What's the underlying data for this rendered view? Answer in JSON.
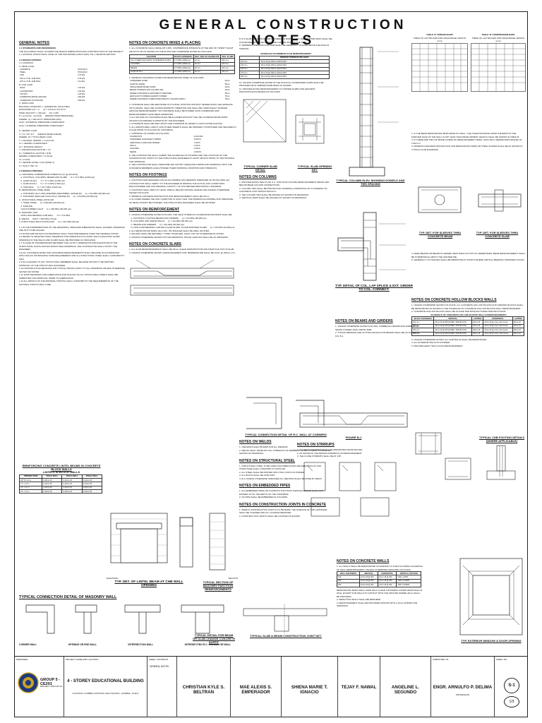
{
  "sheet_title": "GENERAL CONSTRUCTION NOTES",
  "general_notes": {
    "heading": "GENERAL NOTES",
    "s1": "1.1 STANDARDS AND REFERENCES",
    "s1_text": "THE FOLLOWING SHALL GOVERN THE DESIGN FABRICATION AND CONSTRUCTION OF THE PROJECT:\n1.) NATIONAL STRUCTURAL CODE OF THE PHILIPPINES (NSCP 2015) VOL.1 SEVENTH EDITION.",
    "s2": "1.2 DESIGN CRITERIA",
    "s2a": "1.) LOADINGS",
    "dead_load": "A. DEAD LOAD",
    "dead_rows": [
      [
        "CONCRETE",
        "23.56 kN/m³"
      ],
      [
        "STEEL",
        "78.50 kN/m³"
      ],
      [
        "CHB",
        "2.75 kPa"
      ],
      [
        "150 mm THK. CHB WALL",
        "2.75 kPa"
      ],
      [
        "100 mm THK. CHB WALL",
        "2.11 kPa"
      ]
    ],
    "live_load": "B. LIVE LOAD",
    "live_rows": [
      [
        "ROOF",
        "1.00 kPa"
      ],
      [
        "CLASSROOMS",
        "1.90 kPa"
      ],
      [
        "TOILETS",
        "1.90 kPa"
      ],
      [
        "CORRIDORS ABOVE GROUND",
        "3.80 kPa"
      ],
      [
        "CORRIDORS ON GROUND",
        "4.80 kPa"
      ]
    ],
    "wind_load": "C. WIND LOAD",
    "wind_text": "BUILDING CATEGORY = I (ESSENTIAL FACILITIES)\nEXPOSURE CAT. = C      qz = 0.613 Kz Kzt Kd V²\nWIND VELOCITY = 240 kph      Kd = 0.85\nP = qz (GCp) - qi (GCpi)      [DESIGN WIND PRESSURE]\nWHERE: qz = VELOCITY PRESSURE (kPa)\nGCpf = EXTERNAL PRESSURE COEFFICIENT\nGCpi = INTERNAL PRESSURE COEFFICIENT",
    "seismic": "D. SEISMIC LOAD",
    "seismic_text": "V = Cv I W / R T      [DESIGN BASE SHEAR]\nWHERE: W = TOTAL DEAD LOAD\nT = NATURAL PERIOD = Ct (hn)^3/4\nCv = SEISMIC COEFFICIENT\nhn = BUILDING HEIGHT\nI = IMPORTANCE FACTOR = 1.5\nR = NUMERICAL FACTOR = 8.50\nSEISMIC COEFFICIENT = 0.44 Na\nCt = 0.0731\nZ = SEISMIC ZONE = 0.40 (ZONE 4)\nS = SOIL TYPE = D",
    "s3": "1.3 DESIGN STRESSES",
    "s3_text": "A. CONCRETE COMPRESSIVE STRENGTH (f'c @ 28 DAYS)\n   a. FOOTINGS, COLUMNS, BEAMS AND SLABS      f'c = 27.6 MPa (4,000 psi)\n   b. SLAB ON FILL      f'c = 17.2 MPa (2,500 psi)\n   c. SLAB ON FILL      f'c = 17.2 MPa (2,500 psi)\n   d. CHB WALL      f'c = 20.7 MPa (3,000 psi)\nB. REINFORCING STEEL BARS\n   a. FOR BARS 16mm AND GREATER (DEFORMED, GRADE 60)      fy = 414 MPa (60,000 psi)\n   b. FOR BARS SMALLER THAN 16mm (GRADE 40)      fy = 276 MPa (40,000 psi)\nC. STRUCTURAL STEEL ASTM A36\n   1. STEEL PIPES      fy = 248 MPa (36,000 psi)\n   2. PURLINS\n   COLD FORMED LIGHT      fy = 248 MPa (36,000 psi)\nD. MASONRY UNIT\n   NON-LOAD BEARING CHB WALL      f'm = 6.9 MPa\nE. WELDS      FEXX = 482 MPa (70 ksi)\nF. STRUCTURAL BOLTS ASTM A307      Fu = 414 MPa (60 ksi)",
    "notes_text": "1.4 IN THE INTERPRETATION OF THE DRAWINGS, INDICATED DIMENSIONS SHALL GOVERN. DRAWINGS ARE NOT TO BE SCALED.\n1.5 NOTES AND DETAILS ON DRAWINGS SHALL TAKE PRECEDENCE OVER THE GENERAL NOTES.\n1.6 REFER TO ARCHITECTURAL DRAWINGS FOR OPENINGS IN FLOORS, WALLS AND ROOF SLABS. OPENINGS IN THE WALLS AND SLABS SHALL BE PROVIDED AS INDICATED.\n1.7 IN CASE OF DISCREPANCIES BETWEEN THE LAYOUT, DIMENSIONS AND ELEVATIONS IN THE STRUCTURAL PLANS AND ARCHITECTURAL DRAWINGS, THE CONTRACTOR SHALL NOTIFY THE ENGINEER.\n1.8 ALL CONCRETE WORK AND CONCRETE REINFORCEMENTS SHALL BE DONE IN ACCORDANCE WITH THE ACI 318 BUILDING CODE REQUIREMENT AND ALL STRUCTURAL STEEL SHALL CONFORM TO AISC.\n1.9 NO CHANGES TO ANY STRUCTURAL MEMBERS SHALL BE MADE WITHOUT THE WRITTEN APPROVAL OF THE STRUCTURAL ENGINEER.\n1.10 CONSTRUCTION METHODS AND TYPICAL DETAILS APPLY TO ALL DRAWINGS UNLESS OTHERWISE SHOWN OR NOTED.\n1.11 SHOP DRAWINGS FOR FABRICATION AND PLACING OF ALL STRUCTURAL STEELS SHALL BE SUBMITTED FOR APPROVAL PRIOR TO FABRICATION.\n1.12 ALL DETAILS OF THE MATERIAL TESTING SHALL CONFORM TO THE REQUIREMENTS OF THE NATIONAL STRUCTURAL CODE."
  },
  "concrete_notes": {
    "heading": "NOTES ON CONCRETE MIXES & PLACING",
    "p1": "1. ALL CONCRETE SHALL DEVELOP A MIN. COMPRESSIVE STRENGTH AT THE END OF TWENTY EIGHT (28) DAYS OR AS SHOWN ON THE PLANS AND OTHERWISE NOTED AS FOLLOWS:",
    "mix_headers": [
      "LOCATION",
      "28 DAYS STRENGTH",
      "MAX. SIZE OF AGGREGATE",
      "MAX. SLUMP"
    ],
    "mix_rows": [
      [
        "ALL OTHERS INCLUDING SUSPENDED SLABS",
        "27.6 MPa (4000 psi)",
        "20 mm",
        "100 mm"
      ],
      [
        "COLUMNS",
        "27.6 MPa (4000 psi)",
        "20 mm",
        "100 mm"
      ],
      [
        "BEAMS",
        "27.6 MPa (4000 psi)",
        "20 mm",
        "100 mm"
      ],
      [
        "SLAB ON FILL",
        "17.2 MPa (2500 psi)",
        "20 mm",
        "100 mm"
      ]
    ],
    "p2": "2. MINIMUM CONCRETE COVER FOR REINFORCING STEEL AS FOLLOWS:",
    "cover_rows": [
      [
        "SUSPENDED SLABS",
        "20mm"
      ],
      [
        "SLAB ON GRADE",
        "50mm"
      ],
      [
        "SINGLE REINFORCED SLABS",
        "20mm"
      ],
      [
        "BEAMS STIRRUPS AND COLUMN TIES",
        "40mm"
      ],
      [
        "WHERE CONCRETE IS EXPOSED TO WEATHER",
        "50mm"
      ],
      [
        "EARTH (NOT FORMED) AGAINST FORMED",
        "75mm"
      ],
      [
        "WHERE CONCRETE IS DEPOSITED DIRECTLY AGAINST EARTH",
        "75mm"
      ]
    ],
    "p3": "3. CONCRETE SHALL BE DEPOSITED IN ITS FINAL POSITION WITHOUT SEGREGATION, RE-HANDLING OR FLOWING. SHALL BE CONSOLIDATED BY VIBRATION AND SHALL BE THOROUGHLY WORKED AROUND REINFORCEMENT. NO CONCRETE SHALL BE POURED UNTIL FORMWORK AND REINFORCEMENT HAVE BEEN INSPECTED.\n4. ALL SPLICES OF CONCRETE SHALL BE ALLOWED WITHOUT THE USE OF REINFORCING BARS UNLESS AUTHORIZED IN WRITING BY THE ENGINEER.\n5. CONCRETE SHALL BE KEPT MOIST FOR A MINIMUM OF SEVEN (7) DAYS AFTER PLACING.\n6. ALL ADMIXTURES, GROUT, AND OTHER INSERTS SHALL BE PROPERLY POSITIONED AND SECURED IN PLACE PRIOR TO PLACING OF CONCRETE.\n7. STRIPPING OF FORMS AS FOLLOWS:",
    "strip_rows": [
      [
        "FOUNDATION",
        "24 HOURS"
      ],
      [
        "SUSPENDED SLAB HEIGHT FORMS",
        "10 DAYS"
      ],
      [
        "ADDITIONAL LOADS AND SPREAD",
        "7 DAYS"
      ],
      [
        "WALLS",
        "2 DAYS"
      ],
      [
        "COLUMNS",
        "2 DAYS"
      ],
      [
        "BEAMS",
        "14 DAYS"
      ]
    ],
    "p8": "8. THE CONTRACTOR SHALL SUBMIT THE SCHEDULE OF POURING AND THE LOCATION OF THE CONSTRUCTION JOINTS TO THE STRUCTURAL ENGINEER AT LEAST 48 DAYS PRIOR TO THE POURING FOR APPROVAL.\n9. THE CONTRACTOR SHALL PERFORM AND SATISFY ADEQUATE FORMS AND SHORINGS UNTIL THE CONCRETE MEMBERS HAVE ATTAINED THEIR WORKING CONDITION AND STRENGTH."
  },
  "footing_notes": {
    "heading": "NOTES ON FOOTINGS",
    "text": "1. FOOTINGS ARE DESIGNED FOR AN ALLOWABLE SOIL BEARING PRESSURE OF 96 kPa (2000 psf). CONTRACTOR SHALL VERIFY TO THE ENGINEER IN WRITING THE ACTUAL SOIL CONDITIONS ENCOUNTERED AND SOIL BEARING CAPACITY OF SOIL BEFORE DEPOSITING CONCRETE.\n2. FOOTINGS SHALL REST AT LEAST 1500mm BELOW NATURAL GRADE LINE UNLESS OTHERWISE SHOWN ON PLANS.\n3. MINIMUM CONCRETE PROTECTION FOR REINFORCEMENT SHALL BE 75mm.\n4. IN CASES WHERE THE SOIL CONDITION IS SUCH THAT THE MINIMUM ALLOWABLE SOIL PRESSURE OF 96kPa CANNOT BE ATTAINED, THE STRUCTURAL ENGINEER SHALL BE NOTIFIED."
  },
  "reinforcement_notes": {
    "heading": "NOTES ON REINFORCEMENT",
    "text": "1. UNLESS OTHERWISE NOTED IN PLANS, THE YIELD STRENGTH OF REINFORCING BARS SHALL BE:\n   A. FOOTINGS, FOOTING BEAMS AND GIRDERS      fy = 414 MPa (60,000 psi)\n   B. COLUMNS AND SHEAR WALLS      fy = 414 MPa (60,000 psi)\n   C. BEAMS AND GIRDERS      fy = 414 MPa (60,000 psi)\n   D. NON-LOAD BEARING CHB WALLS AND SLABS, FLOOR EXPOSED SLABS      fy = 276 MPa (40,000 psi)\n2. ALL REINFORCING BARS 10mm DIA. OR SMALLER SHALL BE WELL SPLICED.\n3. SPLICES SHALL BE SECURELY TYPED TOGETHER. SHALL LAP OR OTHERWISE AS NOTED.\n4. UNLESS OTHERWISE SHOWN ON THE DRAWINGS, SPLICE LENGTHS SHALL BE AS INDICATED."
  },
  "slab_notes": {
    "heading": "NOTES ON CONCRETE SLABS",
    "text": "1. ALL SLAB REINFORCEMENTS SHALL BE 20mm CLEAR FROM BOTTOM AND FROM THE TOP OF SLAB.\n2. UNLESS OTHERWISE SHOWN, REINFORCEMENT FOR TEMPERATURE SHALL BE 10mm @ 250mm O.C."
  },
  "mid_notes": {
    "text": "8. IF A SLAB HAS REINFORCED BETWEEN TO BARS ALONG THE SHORTER SPAN SHALL BE PLACED BELOW THOSE ALONG THE LONGER SPAN OF THE SLAB.\n9. TEMPERATURE BARS FOR SLAB SHALL BE GENERALLY PLACED ABOVE THE FACE IN TENSION.",
    "sched_title": "SCHEDULE OF MINIMUM SLAB REINFORCEMENT",
    "sched_head": [
      "",
      "MINIMUM TEMPERATURE BARS"
    ],
    "sched_rows": [
      [
        "100 mm",
        "10mm Ø @ 250mm EACH WAY"
      ],
      [
        "125 mm",
        "10mm Ø @ 225mm EACH WAY"
      ],
      [
        "150 mm",
        "10mm Ø @ 200mm EACH WAY"
      ],
      [
        "175 mm",
        "12mm Ø @ 250mm EACH WAY"
      ],
      [
        "200 mm",
        "12mm Ø @ 225mm EACH WAY"
      ]
    ],
    "text2": "10. UNLESS OTHERWISE NOTED IN THE PLANS ALL SUSPENDED SLABS SHALL BE PROVIDED WITH TEMPERATURE BARS AS SHOWN.\n11. PROVIDE EXTRA REINFORCEMENT AT CORNER SLABS (THE HEAVIEST DISCONTINUOUS EDGES) AS FOLLOWS.",
    "cap_corner": "TYPICAL CORNER SLAB DETAIL",
    "cap_opening": "TYPICAL SLAB OPENING DET.",
    "col_heading": "NOTES ON COLUMNS",
    "col_text": "1. PROVIDE EXTRA TIES AT 150 O.C. FOR FOUR COLUMN REINFORCEMENT ABOVE AND BELOW BEAM COLUMN CONNECTIONS.\n2. COLUMN TIES SHALL BE PROTECTIVE COVERING CONSISTING OF A COVERING OF CONCRETE CAST MONOLITHICALLY.\n3. THE COLUMN TIES SHALL BE SPACED AS SHOWN ON DRAWINGS.\n4. VERTICAL BARS SHALL BE SPLICED AS SHOWN ON DRAWINGS.",
    "cap_col": "TYP. DETAIL OF COL. LAP SPLICE & EXT. GIRDER TO COL. CONNECT.",
    "cap_dowels": "TYPICAL COLUMN ELEV. SHOWING DOWELS AND TIES SPACING",
    "beam_heading": "NOTES ON BEAMS AND GIRDERS",
    "beam_text": "1. UNLESS OTHERWISE NOTED IN PLANS, CAMBER ALL BEAMS AND GIRDERS OF SPANS LONGER THAN 10M BY 6MM.\n2. TYPICAL BENDING AND CUTTING DETAILS FOR BEAMS SHALL BE AS SHOWN IN FIG. B-1.",
    "cap_fig": "FIGURE B-1"
  },
  "right_notes": {
    "table_t1_title": "TABLE 'B' TENSION BARS",
    "table_t2_title": "TABLE 'B' COMPRESSION BARS",
    "table_sub": "TABLE OF LAP SPLICES AND ANCHORAGE LENGTH (mm)",
    "text1": "1. IF THE BEAM REINFORCING BARS BASE IN A WALL, THE CLEAR DISTANCE FROM THE BARS TO THE FARTHER FACE OF THE WALL IS NOT LESS THAN DEVELOPMENT LENGTH SHALL BE SHOWN IN TABLE B.\n2. IF THERE ARE TWO OR MORE LAYERS OF REINFORCEMENT BARS, LESS 25mm SEPARATORS SPACED AT 1.5M O.C.\n3. MINIMUM CONCRETE PROTECTION FOR REINFORCING BARS OR STEEL SHAPES SHALL BE AS SHOWN IN TYPICAL SLAB DIAGRAMS.",
    "cap_sleeve_beam": "TYP. DET. FOR SLEEVES THRU CONCRETE BEAM",
    "cap_sleeve_slab": "TYP. DET. FOR SLEEVES THRU CONCRETE SLAB",
    "text2": "4. WHEN BEAMS OR BEAMS IN GIRDER, REST BARS ON TOP OF GIRDER BARS. BEAM REINFORCEMENT SHALL BE SYMMETRICAL ABOUT THE CENTERLINE.\n5. GENERALLY, NO SPLICES SHALL BE PERMITTED AT POINTS WHERE CRITICAL BENDING STRESSES OCCUR.",
    "hollow_heading": "NOTES ON CONCRETE HOLLOW BLOCKS WALLS",
    "hollow_text": "1. UNLESS OTHERWISE SHOWN ON PLANS, ALL CONCRETE HOLLOW BLOCKS AND CERAMIC BLOCKS SHALL BE REINFORCED AS SHOWN IN THE SCHEDULE OF CONCRETE HOLLOW BLOCKS WALL REINFORCEMENT.\n2. CONCRETE HOLLOW BLOCKS SHALL BE PLACED PER MANUFACTURER SPECIFICATIONS.",
    "hollow_table_title": "SCHEDULE OF CONCRETE HOLLOW BLOCKS WALLS REINFORCEMENTS",
    "hollow_head": [
      "BLOCK THICKNESS",
      "VERTICAL",
      "LAPPING",
      "HORIZONTAL",
      "LAPPING"
    ],
    "hollow_rows": [
      [
        "100 mm",
        "10mm Ø @ 800 (EVERY 3RD BLOCK)",
        "20mm Ø",
        "10mm Ø @ every 3rd course",
        "20mm Ø"
      ],
      [
        "150 mm",
        "10mm Ø @ 600 (EVERY 2ND BLOCK)",
        "20mm Ø",
        "10mm Ø @ every 3rd course",
        "20mm Ø"
      ],
      [
        "150 mm",
        "12mm Ø @ 600 (EVERY 3RD BLOCK)",
        "25mm Ø",
        "10mm Ø @ every 3rd course",
        "25mm Ø"
      ],
      [
        "200 mm",
        "12mm Ø @ 600 (EVERY 2ND BLOCK)",
        "25mm Ø",
        "12mm Ø @ every 2nd course",
        "25mm Ø"
      ]
    ],
    "hollow_text2": "3. UNLESS OTHERWISE NOTED, ALL CHB WALLS SHALL BE REINFORCED.\n4. ALL EXTERIOR WALLS PLASTERED.\n5. PROVIDE HEAVY WALLS FOR REINFORCEMENT.",
    "stirrup_heading": "NOTES ON STIRRUPS",
    "stirrup_text": "1. ALL REINFORCEMENT SHALL BE PREVENTED FROM MOVING.\n2. AS SHOWN IN THE DESIGN DRAWINGS OF REINFORCEMENT.\n3. THE CLOSE STIRRUPS SHALL BE AT 135°.",
    "cw_heading": "NOTES ON CONCRETE WALLS",
    "cw_text": "1. ALL WALLS SHALL BE REINFORCED ACCORDING TO THE FOLLOWING SCHEDULE OF WALL REINFORCEMENT UNLESS OTHERWISE INDICATED ON PLANS.",
    "cw_head": [
      "WALL THICKNESS",
      "VERTICAL",
      "HORIZONTAL",
      "VERTICAL SECTION"
    ],
    "cw_rows": [
      [
        "150",
        "12mm Ø @ 300",
        "10mm Ø @ 300",
        "ONE LAYER"
      ],
      [
        "200",
        "12mm Ø @ 250",
        "10mm Ø @ 250",
        "TWO LAYERS"
      ],
      [
        "250",
        "16mm Ø @ 300",
        "12mm Ø @ 300",
        "TWO LAYERS"
      ]
    ],
    "cw_text2": "REINFORCING BARS SHALL HAVE 20mm CLEAR CONCRETE COVER FROM FACE OF WALL EXCEPT FOR WALLS IN CONTACT WITH THE GROUND WHERE 40mm SHALL BE PROVIDED.\n2. DEFECTIVE WALLS SHALL BE REPAIRED.\n3. REINFORCEMENT SHALL BE PROVIDED AROUND WITH 2-16mm Ø BARS FOR OPENINGS.",
    "cap_chb_footing": "TYPICAL CHB FOOTING DETAILS (WHERE APPLICABLE)",
    "cap_ext_window": "TYP. EXTERIOR WINDOW & DOOR OPENING"
  },
  "middle_caps": {
    "weld_heading": "NOTES ON WELDS",
    "weld_text": "1. USE E60XX ELECTRODES FOR ALL WELDING.\n2. WELDS SHALL DEVELOP FULL STRENGTH OF MEMBERS JOINED UNLESS OTHERWISE SHOWN ON DRAWINGS.",
    "steel_heading": "NOTES ON STRUCTURAL STEEL",
    "steel_text": "1. STRUCTURAL STEEL TO BE USED FOR FABRICATION AND ERECTION OF THIS STRUCTURE SHALL CONFORM TO ASTM A36.\n2. ALL STEEL SHALL BE PAINTED WITH TWO COATS OF PRIMER.\n3. ALL BOLTS SHALL BE ASTM A307.\n4. ALL UNLESS OTHERWISE SPECIFIED ALL WELDING SHALL BE DONE BY E60XX.",
    "embed_heading": "NOTES ON EMBEDDED PIPES",
    "embed_text": "1. ALL EMBEDDED PIPES OR CONDUITS THAT PASS THROUGH BEAMS SHALL NOT EXCEED 1/3 OF THE DEPTH OF THE CONCRETE.\n2. NO PIPE SHALL BE EMBEDDED IN COLUMNS.",
    "joint_heading": "NOTES ON CONSTRUCTION JOINTS IN CONCRETE",
    "joint_text": "1. WHEN A CONSTRUCTION JOINT IS TO BE MADE, THE SURFACE OF THE CONCRETE SHALL BE CLEANED AND ALL LAITANCE REMOVED.\n2. CONSTRUCTION JOINTS SHALL BE LOCATED AS SHOWN.",
    "cap_rc_wall": "TYPICAL CONNECTION DETAIL OF R.C. WALL AT CORNERS",
    "cap_slab_joint": "TYPICAL SLAB & BEAM CONSTRUCTION JOINT DET.",
    "cap_beam_slab": "TYPICAL DETAIL FOR BEAM OR SLAB CHANGE CONCRETE SOFFIT",
    "cap_lintel": "TYP. DET. OF LINTEL BEAM AT CHB WALL OPENING",
    "cap_masonry_section": "TYPICAL SECTION OF MASONRY PARTITION REINFORCEMENTS",
    "cap_elevation": "ELEVATION",
    "cap_section": "SECTION",
    "lintel_title": "REINFORCING CONCRETE LINTEL BEAMS IN CONCRETE BLOCK WALLS",
    "lintel_table_title": "LINTELS IN BLOCK WALLS",
    "lintel_head": [
      "OPENING SPAN",
      "100mm WALL",
      "150mm WALL",
      "200mm WALL"
    ],
    "lintel_rows": [
      [
        "UP TO 1.0 m",
        "2-10mm Ø",
        "2-12mm Ø",
        "2-12mm Ø"
      ],
      [
        "1.0 - 2.0 m",
        "2-12mm Ø",
        "2-12mm Ø",
        "3-12mm Ø"
      ],
      [
        "2.0 - 2.5 m",
        "2-12mm Ø",
        "3-12mm Ø",
        "3-16mm Ø"
      ],
      [
        "2.5 - 3.0 m",
        "3-12mm Ø",
        "3-16mm Ø",
        "4-16mm Ø"
      ]
    ],
    "cap_masonry_wall": "TYPICAL CONNECTION DETAIL OF MASONRY WALL",
    "wall_labels": [
      "CORNER WALL",
      "OPENING OR END WALL",
      "INTERSECTION WALL",
      "INTERSECTING R.C. COLUMN OR WALL"
    ]
  },
  "title_block": {
    "prepared_label": "PREPARED:",
    "project_label": "PROJECT NAME AND LOCATION",
    "sheet_label": "SHEET CONTENTS",
    "submitted_label": "SUBMITTED TO:",
    "sheet_no_label": "SHEET NO.",
    "group": "GROUP 5 - CE201",
    "project_no_label": "PROJECT GROUP NO.",
    "project": "4 - STOREY EDUCATIONAL BUILDING",
    "location": "LOCATION: GUIMBAL NATIONAL HIGH SCHOOL, GUIMBAL, ILOILO",
    "contents": "GENERAL NOTES",
    "members": [
      "CHRISTIAN KYLE S. BELTRAN",
      "MAE ALEXIS S. EMPERADOR",
      "SHIENA MARIE T. IGNACIO",
      "TEJAY F. NAWAL",
      "ANGELINE L. SEGUNDO"
    ],
    "professor": "ENGR. ARNULFO P. DELIMA",
    "professor_role": "PROFESSOR",
    "sheet_no": "S-1",
    "sheet_of": "1/3"
  }
}
